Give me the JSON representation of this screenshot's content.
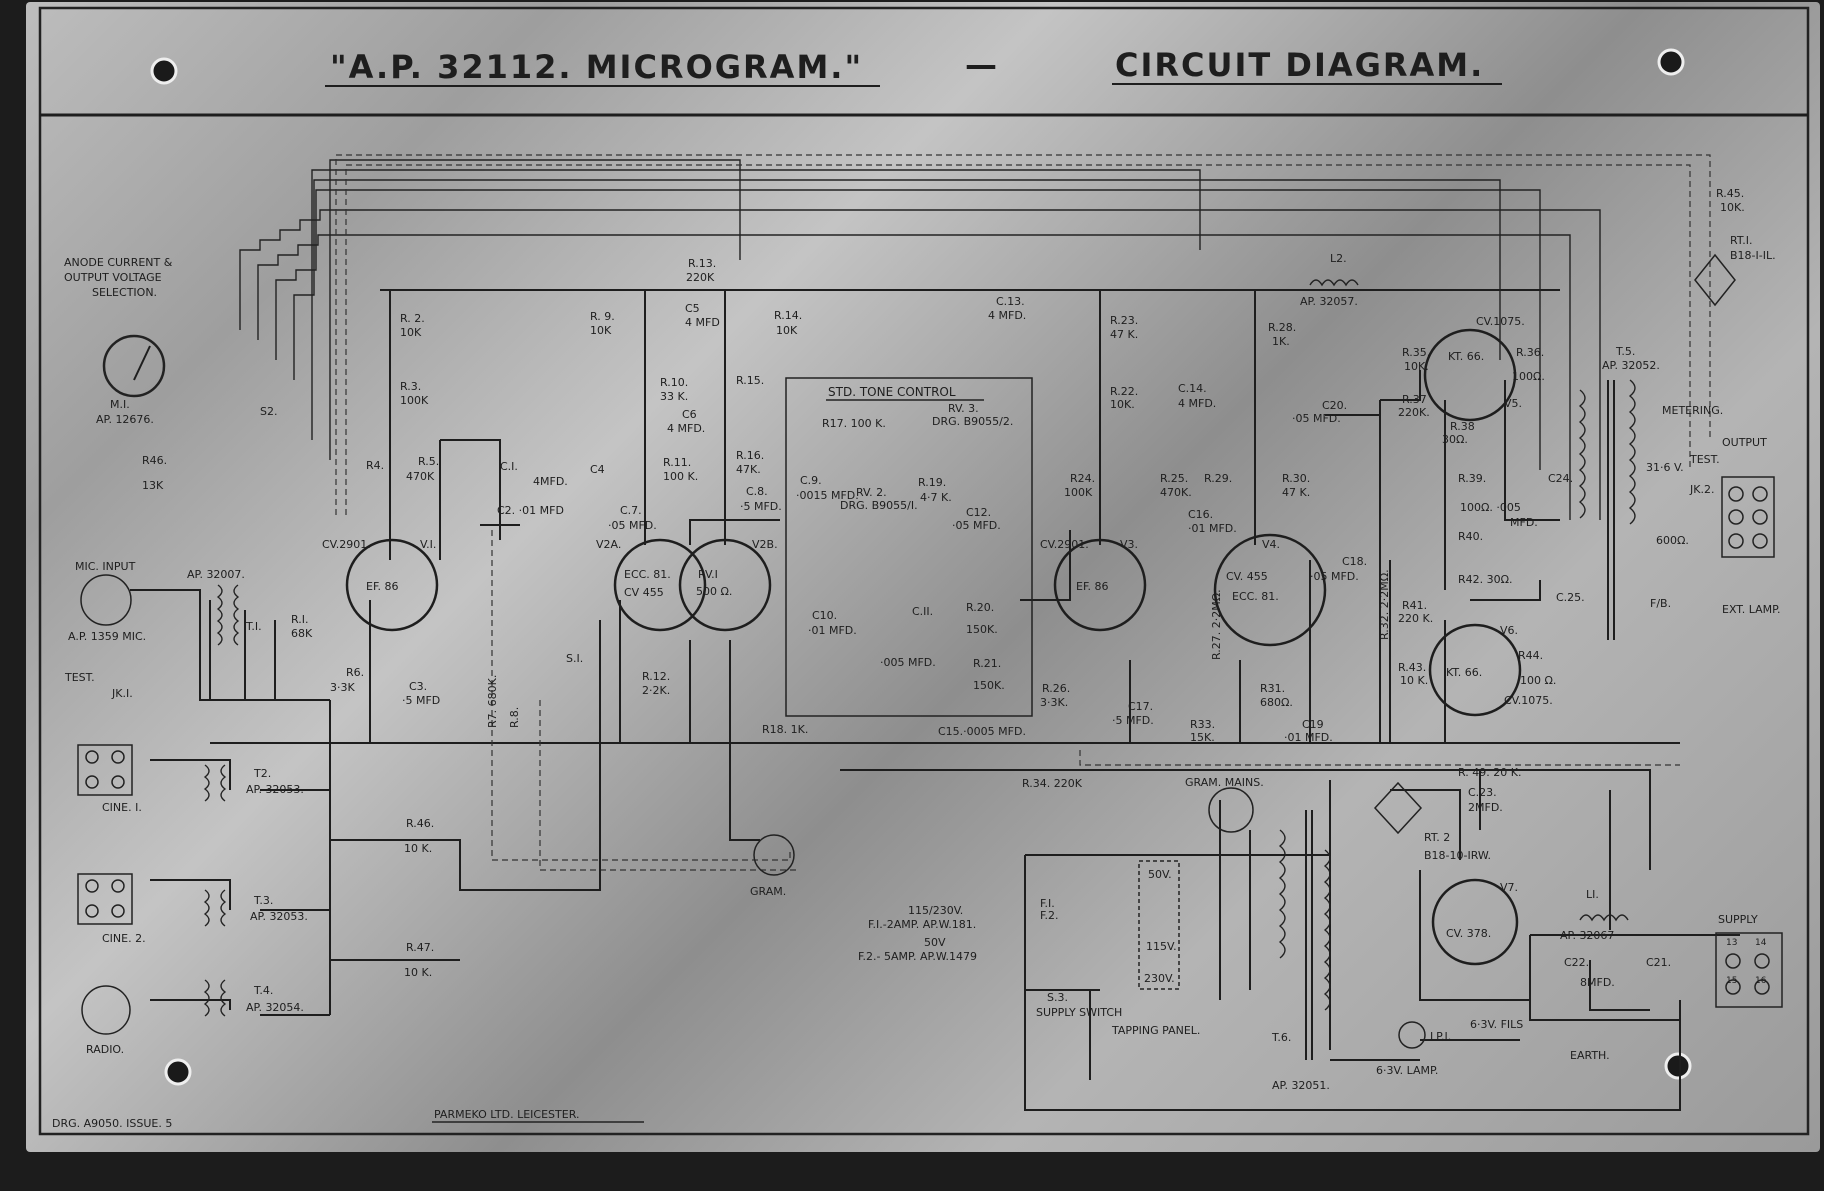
{
  "header": {
    "title": "\"A.P. 32112. MICROGRAM.\"",
    "separator": "—",
    "subtitle": "CIRCUIT DIAGRAM."
  },
  "footer": {
    "drawing_no": "DRG. A9050. ISSUE. 5",
    "maker": "PARMEKO LTD. LEICESTER."
  },
  "meter": {
    "selection_label": [
      "ANODE CURRENT &",
      "OUTPUT VOLTAGE",
      "SELECTION."
    ],
    "name": "M.I.",
    "part": "AP. 12676.",
    "switch": "S2.",
    "r46": "R46.",
    "r46_val": "13K"
  },
  "inputs": {
    "mic_input": "MIC. INPUT",
    "mic_part": "A.P. 1359 MIC.",
    "test": "TEST.",
    "jk1": "JK.I.",
    "t1_part": "AP. 32007.",
    "t1": "T.I.",
    "cine1": "CINE. I.",
    "t2": "T2.",
    "t2_part": "AP. 32053.",
    "cine2": "CINE. 2.",
    "t3": "T.3.",
    "t3_part": "AP. 32053.",
    "radio": "RADIO.",
    "t4": "T.4.",
    "t4_part": "AP. 32054.",
    "r46b": "R.46.",
    "r46b_val": "10 K.",
    "r47": "R.47.",
    "r47_val": "10 K.",
    "gram": "GRAM."
  },
  "tubes": {
    "v1_type": "CV.2901.",
    "v1": "V.I.",
    "v1_valve": "EF. 86",
    "v2a": "V2A.",
    "v2_valve": "ECC. 81.",
    "v2_cv": "CV 455",
    "v2b": "V2B.",
    "v3_type": "CV.2901.",
    "v3": "V3.",
    "v3_valve": "EF. 86",
    "v4": "V4.",
    "v4_cv": "CV. 455",
    "v4_valve": "ECC. 81.",
    "v5_type": "CV.1075.",
    "v5_valve": "KT. 66.",
    "v5": "V5.",
    "v6": "V6.",
    "v6_valve": "KT. 66.",
    "v6_type": "CV.1075.",
    "v7": "V7.",
    "v7_type": "CV. 378."
  },
  "components": {
    "r1": "R.I.",
    "r1_val": "68K",
    "r2": "R. 2.",
    "r2_val": "10K",
    "r3": "R.3.",
    "r3_val": "100K",
    "r4": "R4.",
    "r5": "R.5.",
    "r5_val": "470K",
    "r6": "R6.",
    "r6_val": "3·3K",
    "r7": "R7. 680K.",
    "r8": "R.8.",
    "c1": "C.I.",
    "c1_val": "4MFD.",
    "c2": "C2. ·01 MFD",
    "c3": "C3.",
    "c3_val": "·5 MFD",
    "c4": "C4",
    "c5": "C5",
    "c5_val": "4 MFD",
    "c6": "C6",
    "c6_val": "4 MFD.",
    "c7": "C.7.",
    "c7_val": "·05 MFD.",
    "c8": "C.8.",
    "c8_val": "·5 MFD.",
    "r9": "R. 9.",
    "r9_val": "10K",
    "r10": "R.10.",
    "r10_val": "33 K.",
    "r11": "R.11.",
    "r11_val": "100 K.",
    "r12": "R.12.",
    "r12_val": "2·2K.",
    "r13": "R.13.",
    "r13_val": "220K",
    "r14": "R.14.",
    "r14_val": "10K",
    "r15": "R.15.",
    "r16": "R.16.",
    "r16_val": "47K.",
    "rv1": "RV.I",
    "rv1_val": "500 Ω.",
    "r18": "R18. 1K.",
    "s1": "S.I."
  },
  "tone_control": {
    "title": "STD. TONE CONTROL",
    "r17": "R17. 100 K.",
    "rv3": "RV. 3.",
    "rv3_drg": "DRG. B9055/2.",
    "c9": "C.9.",
    "c9_val": "·0015 MFD.",
    "rv2": "RV. 2.",
    "rv2_drg": "DRG. B9055/I.",
    "r19": "R.19.",
    "r19_val": "4·7 K.",
    "c12": "C12.",
    "c12_val": "·05 MFD.",
    "c10": "C10.",
    "c10_val": "·01 MFD.",
    "c11": "C.II.",
    "c11_val": "·005 MFD.",
    "r20": "R.20.",
    "r20_val": "150K.",
    "r21": "R.21.",
    "r21_val": "150K.",
    "c15": "C15.·0005 MFD."
  },
  "stage2": {
    "c13": "C.13.",
    "c13_val": "4 MFD.",
    "r23": "R.23.",
    "r23_val": "47 K.",
    "r22": "R.22.",
    "r22_val": "10K.",
    "c14": "C.14.",
    "c14_val": "4 MFD.",
    "r24": "R24.",
    "r24_val": "100K",
    "r25": "R.25.",
    "r25_val": "470K.",
    "c16": "C16.",
    "c16_val": "·01 MFD.",
    "r26": "R.26.",
    "r26_val": "3·3K.",
    "r27": "R.27. 2·2MΩ.",
    "c17": "C17.",
    "c17_val": "·5 MFD.",
    "r33": "R33.",
    "r33_val": "15K.",
    "r31": "R31.",
    "r31_val": "680Ω.",
    "r32": "R.32. 2·2MΩ.",
    "c18": "C18.",
    "c18_val": "·05 MFD.",
    "c19": "C19",
    "c19_val": "·01 MFD.",
    "r29": "R.29.",
    "r30": "R.30.",
    "r30_val": "47 K.",
    "r28": "R.28.",
    "r28_val": "1K.",
    "r34": "R.34. 220K",
    "l2": "L2.",
    "l2_part": "AP. 32057."
  },
  "output": {
    "r35": "R.35.",
    "r35_val": "10K.",
    "r36": "R.36.",
    "r36_val": "100Ω.",
    "c20": "C20.",
    "c20_val": "·05 MFD.",
    "r37": "R.37",
    "r37_val": "220K.",
    "r38": "R.38",
    "r38_val": "30Ω.",
    "r39": "R.39.",
    "r39_val": "100Ω. ·005",
    "c24": "C24.",
    "c24_val": "MFD.",
    "r40": "R40.",
    "r42": "R42. 30Ω.",
    "r41": "R41.",
    "r41_val": "220 K.",
    "r43": "R.43.",
    "r43_val": "10 K.",
    "r44": "R44.",
    "r44_val": "100 Ω.",
    "c25": "C.25.",
    "r45": "R.45.",
    "r45_val": "10K.",
    "rt1": "RT.I.",
    "rt1_val": "B18-I-IL.",
    "t5": "T.5.",
    "t5_part": "AP. 32052.",
    "metering": "METERING.",
    "output": "OUTPUT",
    "test": "TEST.",
    "jk2": "JK.2.",
    "v31": "31·6 V.",
    "ohm600": "600Ω.",
    "fb": "F/B.",
    "ext_lamp": "EXT. LAMP."
  },
  "power": {
    "gram_mains": "GRAM. MAINS.",
    "r49": "R. 49. 20 K.",
    "c23": "C.23.",
    "c23_val": "2MFD.",
    "rt2": "RT. 2",
    "rt2_val": "B18-10-IRW.",
    "fuse_note1": "115/230V.",
    "fuse_note2": "F.I.-2AMP. AP.W.181.",
    "fuse_note3": "50V",
    "fuse_note4": "F.2.- 5AMP. AP.W.1479",
    "f1": "F.I.",
    "f2": "F.2.",
    "s3": "S.3.",
    "supply_switch": "SUPPLY SWITCH",
    "v50": "50V.",
    "v115": "115V.",
    "v230": "230V.",
    "tapping_panel": "TAPPING PANEL.",
    "t6": "T.6.",
    "t6_part": "AP. 32051.",
    "lp1": "LP.I.",
    "fils": "6·3V. FILS",
    "lamp": "6·3V. LAMP.",
    "l1": "LI.",
    "l1_part": "AP. 32067",
    "c22": "C22.",
    "c22_val": "8MFD.",
    "c21": "C21.",
    "supply": "SUPPLY",
    "earth": "EARTH.",
    "pins": [
      "13",
      "14",
      "15",
      "16"
    ]
  }
}
